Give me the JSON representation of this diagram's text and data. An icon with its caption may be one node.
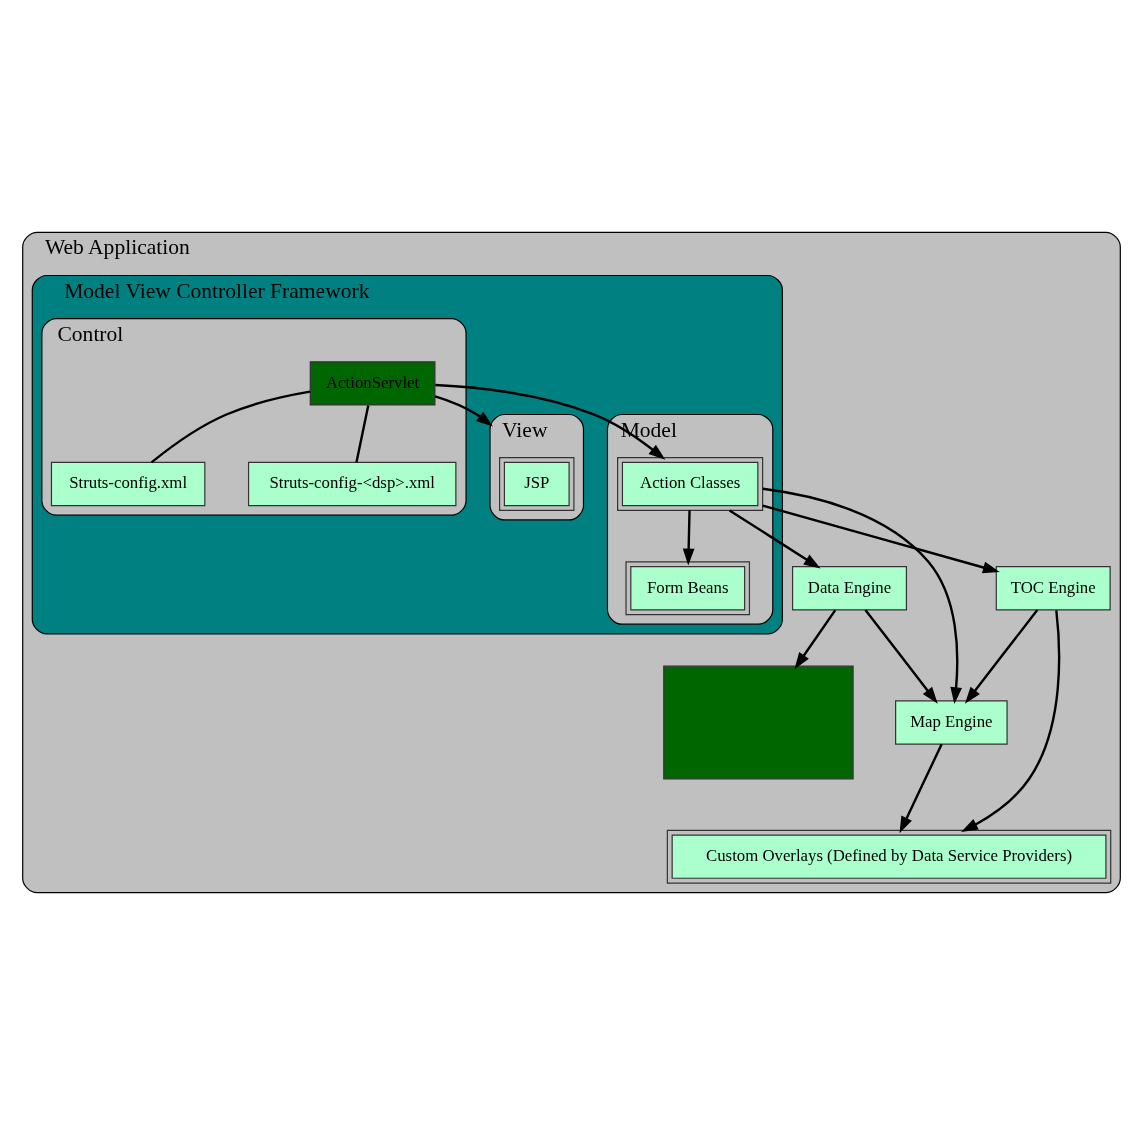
{
  "diagram": {
    "nodes": [
      {
        "text": [
          "Web Application"
        ]
      },
      {
        "text": [
          "Model View Controller Framework"
        ],
        "in": 0
      },
      {
        "text": [
          "Control"
        ],
        "in": 1
      },
      {
        "text": [
          "ActionServlet"
        ],
        "in": 2
      },
      {
        "text": [
          "Struts-config.xml"
        ],
        "in": 2
      },
      {
        "text": [
          "Struts-config-<dsp>.xml"
        ],
        "in": 2
      },
      {
        "text": [
          "View"
        ],
        "in": 1
      },
      {
        "text": [
          "JSP"
        ],
        "in": 6
      },
      {
        "text": [
          "Model"
        ],
        "in": 1
      },
      {
        "text": [
          "Form Beans"
        ],
        "in": 8
      },
      {
        "text": [
          "Action Classes"
        ],
        "in": 8
      },
      {
        "text": [
          "Map Engine"
        ],
        "in": 0
      },
      {
        "text": [
          "Data Engine"
        ],
        "in": 0
      },
      {
        "text": [
          "TOC Engine"
        ],
        "in": 0
      },
      {
        "text": [
          "Custom Overlays (Defined by Data Service Providers)"
        ],
        "in": 0
      },
      {
        "text": [],
        "shape": "box",
        "in": 0
      }
    ],
    "edges": [
      {
        "from": 3,
        "to": 4,
        "arrow": "none"
      },
      {
        "from": 3,
        "to": 5,
        "arrow": "none"
      },
      {
        "from": 3,
        "to": 10,
        "arrow": "to"
      },
      {
        "from": 3,
        "to": 6,
        "arrow": "to"
      },
      {
        "from": 10,
        "to": 9,
        "arrow": "to"
      },
      {
        "from": 10,
        "to": 11,
        "arrow": "to"
      },
      {
        "from": 10,
        "to": 12,
        "arrow": "to"
      },
      {
        "from": 10,
        "to": 13,
        "arrow": "to"
      },
      {
        "from": 12,
        "to": 11,
        "arrow": "to"
      },
      {
        "from": 13,
        "to": 11,
        "arrow": "to"
      },
      {
        "from": 11,
        "to": 14,
        "arrow": "to"
      },
      {
        "from": 13,
        "to": 14,
        "arrow": "to"
      },
      {
        "from": 12,
        "to": 15,
        "arrow": "to"
      }
    ]
  }
}
